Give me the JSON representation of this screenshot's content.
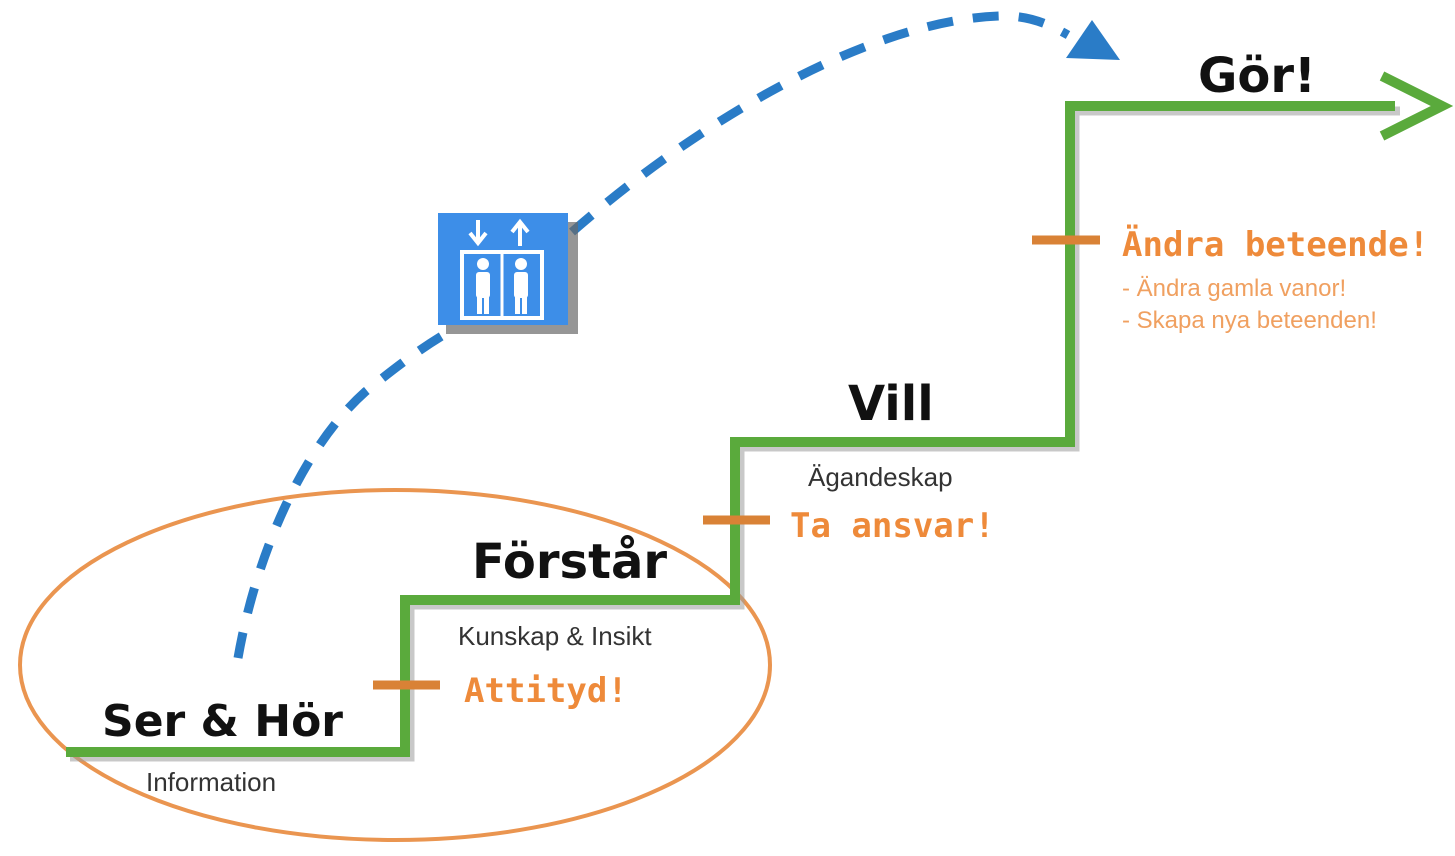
{
  "colors": {
    "stair": "#5aaa3c",
    "stair_shadow": "#9a9a9a",
    "marker": "#d98236",
    "ellipse": "#ea9550",
    "shortcut": "#2a7cc7",
    "elevator_bg": "#3d8ee8",
    "elevator_shadow": "#6a6a6a",
    "accent_text": "#ee8a3a"
  },
  "steps": [
    {
      "title": "Ser & Hör",
      "subtitle": "Information"
    },
    {
      "title": "Förstår",
      "subtitle": "Kunskap & Insikt"
    },
    {
      "title": "Vill",
      "subtitle": "Ägandeskap"
    },
    {
      "title": "Gör!"
    }
  ],
  "transitions": [
    {
      "label": "Attityd!"
    },
    {
      "label": "Ta ansvar!"
    },
    {
      "label": "Ändra beteende!",
      "notes": [
        "- Ändra gamla vanor!",
        "- Skapa nya beteenden!"
      ]
    }
  ],
  "icons": {
    "elevator": "elevator-icon",
    "shortcut_arrow": "dashed-arc-arrow",
    "stair_arrow": "arrowhead-right"
  }
}
